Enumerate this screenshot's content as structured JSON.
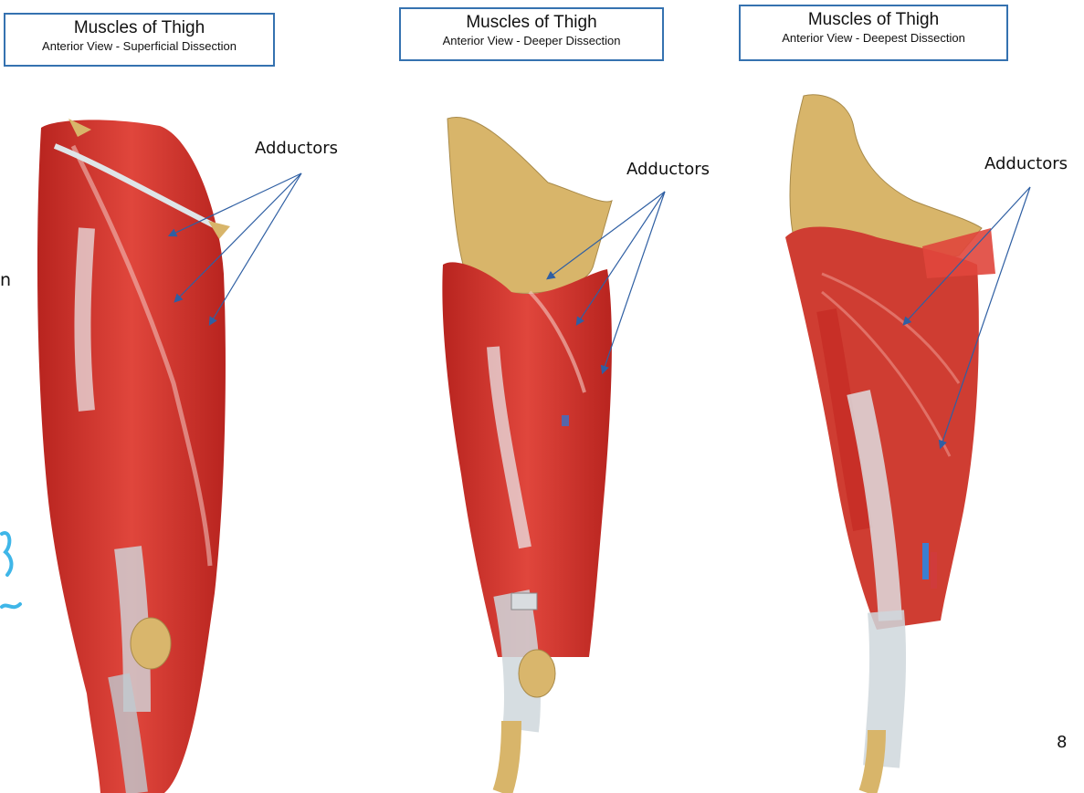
{
  "panels": [
    {
      "title": "Muscles of Thigh",
      "subtitle": "Anterior View - Superficial Dissection",
      "label": "Adductors"
    },
    {
      "title": "Muscles of Thigh",
      "subtitle": "Anterior View - Deeper Dissection",
      "label": "Adductors"
    },
    {
      "title": "Muscles of Thigh",
      "subtitle": "Anterior View - Deepest  Dissection",
      "label": "Adductors"
    }
  ],
  "left_fragment": "n",
  "page_number": "8",
  "colors": {
    "box_border": "#3572b0",
    "muscle": "#c8302c",
    "muscle_light": "#e05a4e",
    "tendon": "#c9d2d8",
    "bone": "#d8b56a",
    "arrow": "#2f5fa3",
    "doodle": "#3fb6e8"
  },
  "icons": [
    "pen-doodle-icon"
  ]
}
